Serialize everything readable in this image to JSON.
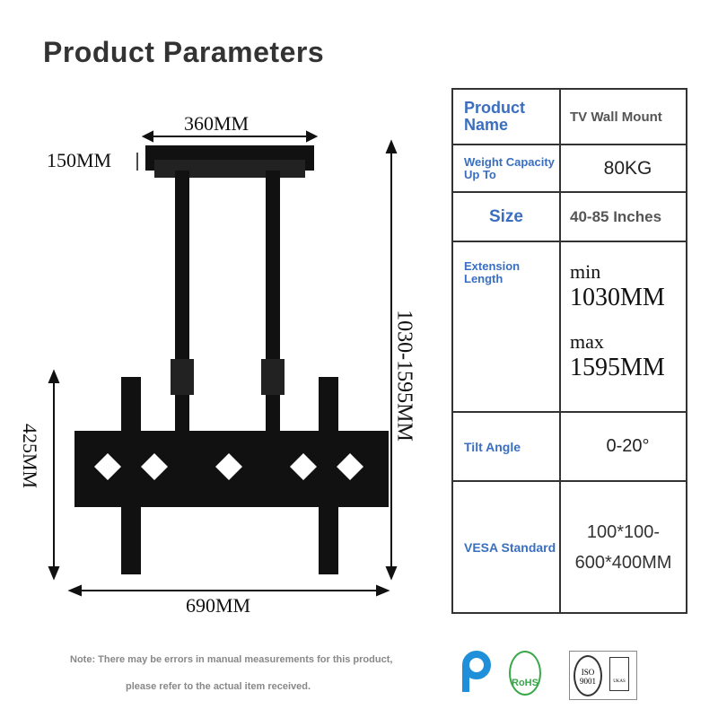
{
  "title": "Product Parameters",
  "dimensions": {
    "top_width": "360MM",
    "top_depth": "150MM",
    "height_range": "1030-1595MM",
    "plate_height": "425MM",
    "plate_width": "690MM"
  },
  "specs": [
    {
      "label": "Product Name",
      "value": "TV Wall Mount"
    },
    {
      "label": "Weight Capacity Up To",
      "value": "80KG"
    },
    {
      "label": "Size",
      "value": "40-85 Inches"
    },
    {
      "label": "Extension Length",
      "value_min_label": "min",
      "value_min": "1030MM",
      "value_max_label": "max",
      "value_max": "1595MM"
    },
    {
      "label": "Tilt Angle",
      "value": "0-20°"
    },
    {
      "label": "VESA Standard",
      "value": "100*100-600*400MM"
    }
  ],
  "note": {
    "line1": "Note: There may be errors in manual measurements for this product,",
    "line2": "please refer to the actual item received."
  },
  "logos": [
    "CPC",
    "RoHS",
    "ISO 9001",
    "UKAS"
  ],
  "colors": {
    "label_blue": "#3a6fc0",
    "rohs_green": "#3aa84a",
    "cpc_blue": "#1e8fd8"
  }
}
